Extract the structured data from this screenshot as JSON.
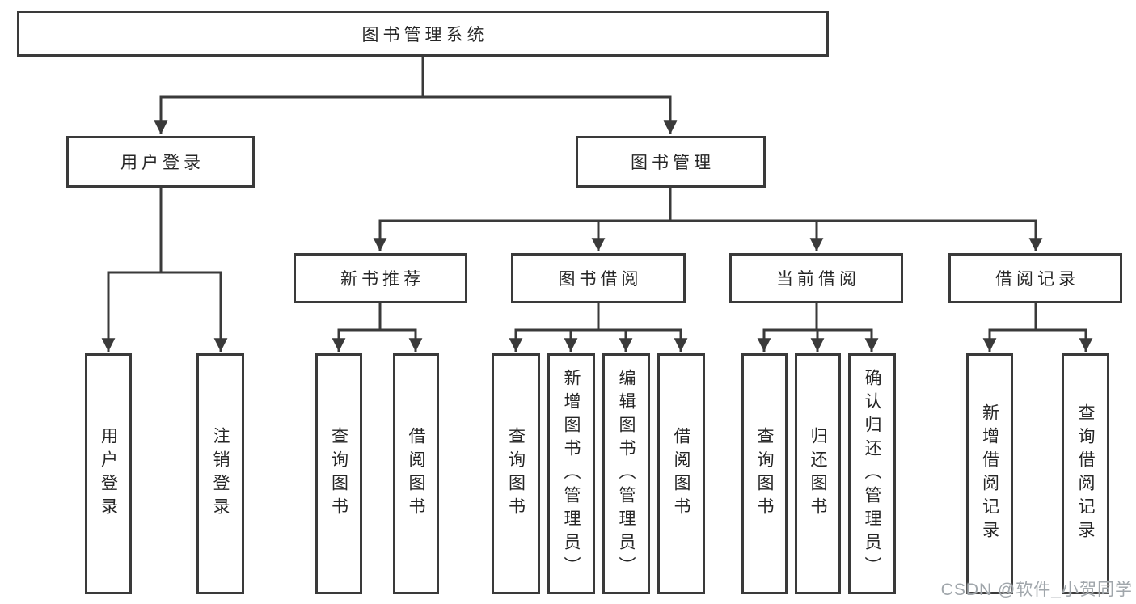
{
  "tree": {
    "label": "图书管理系统",
    "children": [
      {
        "label": "用户登录",
        "children": [
          {
            "label": "用户登录"
          },
          {
            "label": "注销登录"
          }
        ]
      },
      {
        "label": "图书管理",
        "children": [
          {
            "label": "新书推荐",
            "children": [
              {
                "label": "查询图书"
              },
              {
                "label": "借阅图书"
              }
            ]
          },
          {
            "label": "图书借阅",
            "children": [
              {
                "label": "查询图书"
              },
              {
                "label": "新增图书（管理员）"
              },
              {
                "label": "编辑图书（管理员）"
              },
              {
                "label": "借阅图书"
              }
            ]
          },
          {
            "label": "当前借阅",
            "children": [
              {
                "label": "查询图书"
              },
              {
                "label": "归还图书"
              },
              {
                "label": "确认归还（管理员）"
              }
            ]
          },
          {
            "label": "借阅记录",
            "children": [
              {
                "label": "新增借阅记录"
              },
              {
                "label": "查询借阅记录"
              }
            ]
          }
        ]
      }
    ]
  },
  "watermark": {
    "text": "CSDN @软件_小贺同学"
  },
  "colors": {
    "line": "#3a3a3a",
    "box_border": "#3a3a3a",
    "text": "#262626",
    "watermark": "#a0a6ab",
    "background": "#ffffff"
  }
}
